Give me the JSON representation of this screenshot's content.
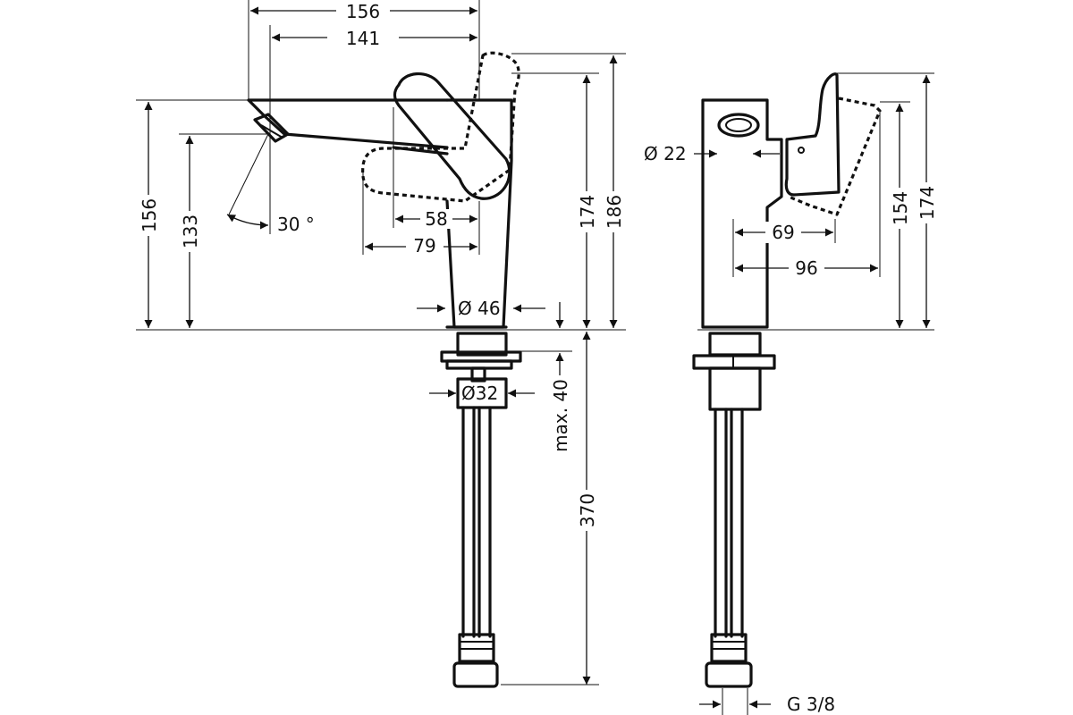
{
  "side_view": {
    "dim_spout_reach_outer": "156",
    "dim_spout_reach_inner": "141",
    "dim_height_spout_top": "156",
    "dim_height_aerator": "133",
    "dim_spout_angle": "30 °",
    "dim_lever_58": "58",
    "dim_lever_79": "79",
    "dim_body_diameter": "Ø 46",
    "dim_height_body": "174",
    "dim_height_lever_open": "186",
    "dim_shank_diameter": "Ø32",
    "dim_max_counter_thickness": "max. 40",
    "dim_hose_length": "370"
  },
  "front_view": {
    "dim_aerator_diameter": "Ø 22",
    "dim_lever_69": "69",
    "dim_lever_96": "96",
    "dim_height_154": "154",
    "dim_height_174": "174",
    "dim_connection_thread": "G 3/8"
  }
}
